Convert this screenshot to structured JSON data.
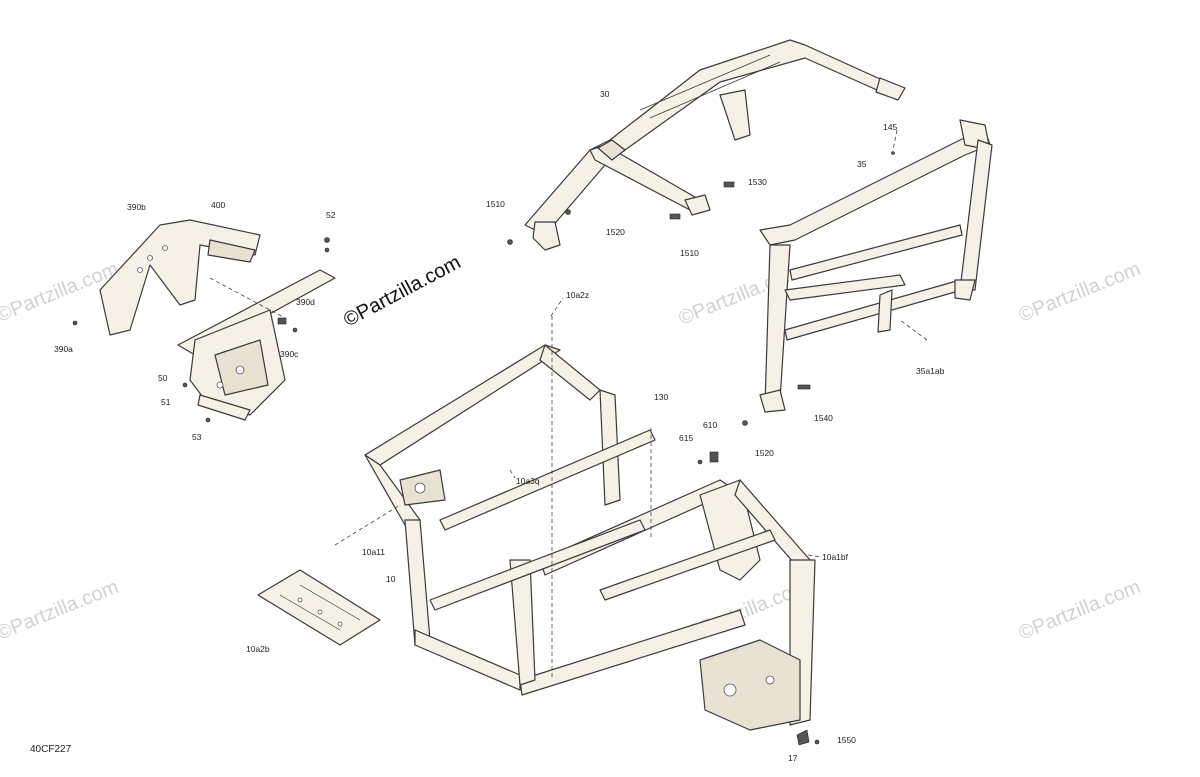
{
  "watermark": {
    "text": "©Partzilla.com",
    "primary_text": "©Partzilla.com"
  },
  "drawing_code": "40CF227",
  "callouts": {
    "c10": "10",
    "c10a11": "10a11",
    "c10a1bf": "10a1bf",
    "c10a2b": "10a2b",
    "c10a2z": "10a2z",
    "c10a3q": "10a3q",
    "c17": "17",
    "c30": "30",
    "c35": "35",
    "c35a1ab": "35a1ab",
    "c50": "50",
    "c51": "51",
    "c52": "52",
    "c53": "53",
    "c130": "130",
    "c145": "145",
    "c390a": "390a",
    "c390b": "390b",
    "c390c": "390c",
    "c390d": "390d",
    "c400": "400",
    "c610": "610",
    "c615": "615",
    "c1510a": "1510",
    "c1510b": "1510",
    "c1520a": "1520",
    "c1520b": "1520",
    "c1530": "1530",
    "c1540": "1540",
    "c1550": "1550"
  },
  "colors": {
    "part_fill": "#f5f1e6",
    "line": "#3a3a3a",
    "watermark": "#d2d2d2"
  }
}
